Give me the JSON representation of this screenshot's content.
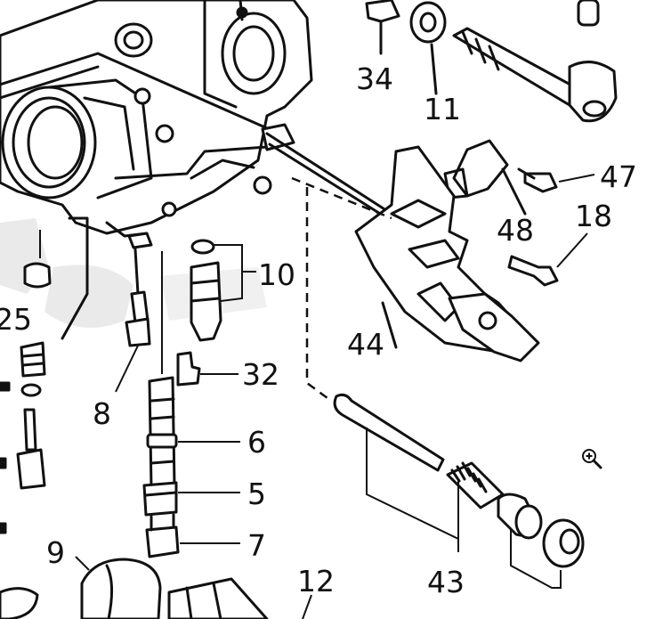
{
  "diagram": {
    "labels": {
      "p34": "34",
      "p11": "11",
      "p47": "47",
      "p48": "48",
      "p18": "18",
      "p10": "10",
      "p25": "25",
      "p44": "44",
      "p32": "32",
      "p8": "8",
      "p6": "6",
      "p5": "5",
      "p7": "7",
      "p9": "9",
      "p12": "12",
      "p43": "43"
    }
  },
  "viewer": {
    "zoom_icon": "zoom-in-icon"
  },
  "colors": {
    "ink": "#111111",
    "paper": "#ffffff",
    "watermark": "#d9d9d9"
  }
}
